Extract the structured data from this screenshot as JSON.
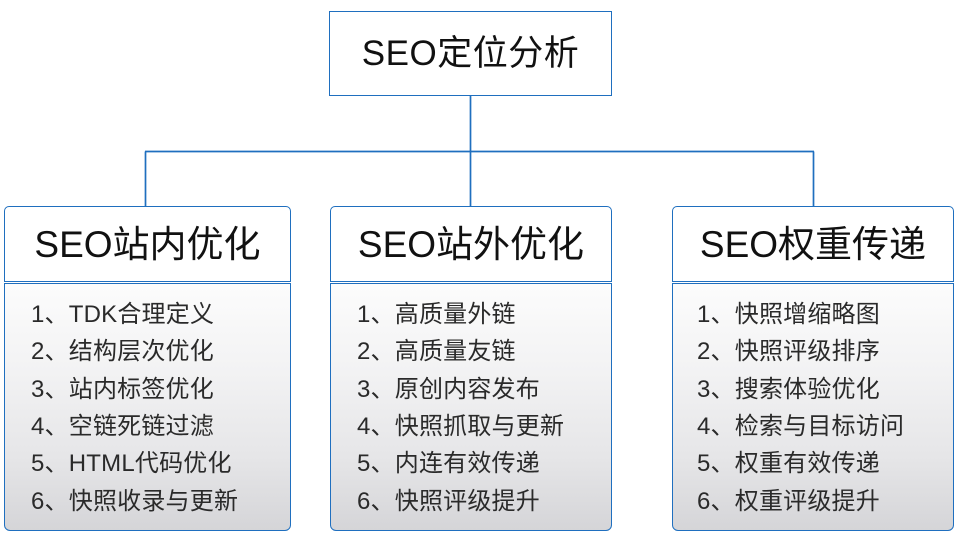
{
  "diagram": {
    "type": "org-tree",
    "root": {
      "label": "SEO定位分析"
    },
    "accent_color": "#1f6fbf",
    "text_color": "#111111",
    "body_gradient_top": "#fcfcfc",
    "body_gradient_bottom": "#d5d5d8",
    "branches": [
      {
        "title": "SEO站内优化",
        "items": [
          "1、TDK合理定义",
          "2、结构层次优化",
          "3、站内标签优化",
          "4、空链死链过滤",
          "5、HTML代码优化",
          "6、快照收录与更新"
        ]
      },
      {
        "title": "SEO站外优化",
        "items": [
          "1、高质量外链",
          "2、高质量友链",
          "3、原创内容发布",
          "4、快照抓取与更新",
          "5、内连有效传递",
          "6、快照评级提升"
        ]
      },
      {
        "title": "SEO权重传递",
        "items": [
          "1、快照增缩略图",
          "2、快照评级排序",
          "3、搜索体验优化",
          "4、检索与目标访问",
          "5、权重有效传递",
          "6、权重评级提升"
        ]
      }
    ]
  }
}
